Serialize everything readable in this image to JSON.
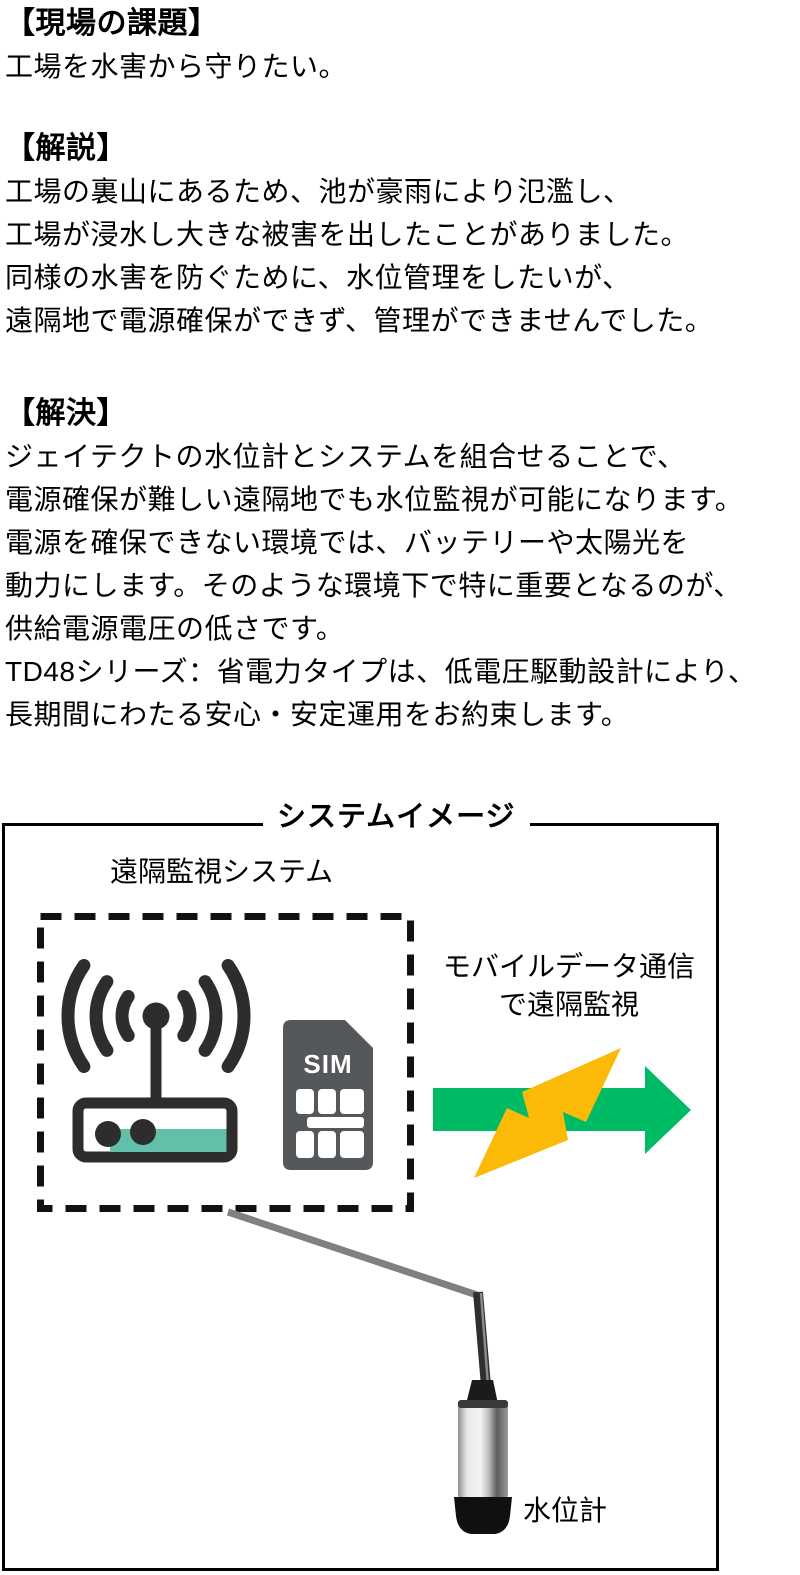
{
  "sections": [
    {
      "heading": "【現場の課題】",
      "lines": [
        "工場を水害から守りたい。"
      ]
    },
    {
      "heading": "【解説】",
      "lines": [
        "工場の裏山にあるため、池が豪雨により氾濫し、",
        "工場が浸水し大きな被害を出したことがありました。",
        "同様の水害を防ぐために、水位管理をしたいが、",
        "遠隔地で電源確保ができず、管理ができませんでした。"
      ]
    },
    {
      "heading": "【解決】",
      "lines": [
        "ジェイテクトの水位計とシステムを組合せることで、",
        "電源確保が難しい遠隔地でも水位監視が可能になります。",
        "電源を確保できない環境では、バッテリーや太陽光を",
        "動力にします。そのような環境下で特に重要となるのが、",
        "供給電源電圧の低さです。",
        "TD48シリーズ：省電力タイプは、低電圧駆動設計により、",
        "長期間にわたる安心・安定運用をお約束します。"
      ]
    }
  ],
  "diagram": {
    "title": "システムイメージ",
    "remote_system_label": "遠隔監視システム",
    "sim_label": "SIM",
    "mobile_label_line1": "モバイルデータ通信",
    "mobile_label_line2": "で遠隔監視",
    "sensor_label": "水位計",
    "colors": {
      "arrow_green": "#00bb65",
      "bolt_yellow": "#fcba08",
      "router_dark": "#2d2d2d",
      "router_teal": "#62bfaa",
      "sim_gray": "#55585a",
      "connector_gray": "#808080"
    }
  }
}
